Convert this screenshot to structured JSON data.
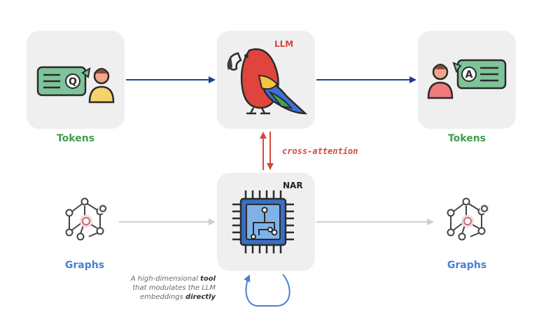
{
  "nodes": {
    "input": {
      "caption": "Tokens",
      "bubble_letter": "Q"
    },
    "llm": {
      "tag": "LLM"
    },
    "output": {
      "caption": "Tokens",
      "bubble_letter": "A"
    },
    "nar": {
      "tag": "NAR"
    },
    "graph_in": {
      "caption": "Graphs"
    },
    "graph_out": {
      "caption": "Graphs"
    }
  },
  "edges": {
    "cross_attention": "cross-attention"
  },
  "note": {
    "line1_prefix": "A high-dimensional ",
    "line1_bold": "tool",
    "line2": "that modulates the LLM",
    "line3_prefix": "embeddings ",
    "line3_bold": "directly"
  },
  "colors": {
    "flow_arrow": "#1e3f8f",
    "graph_arrow": "#d0d0d0",
    "cross_attention": "#d64a3b",
    "loop": "#4a7fd1",
    "card_bg": "#efefef"
  }
}
